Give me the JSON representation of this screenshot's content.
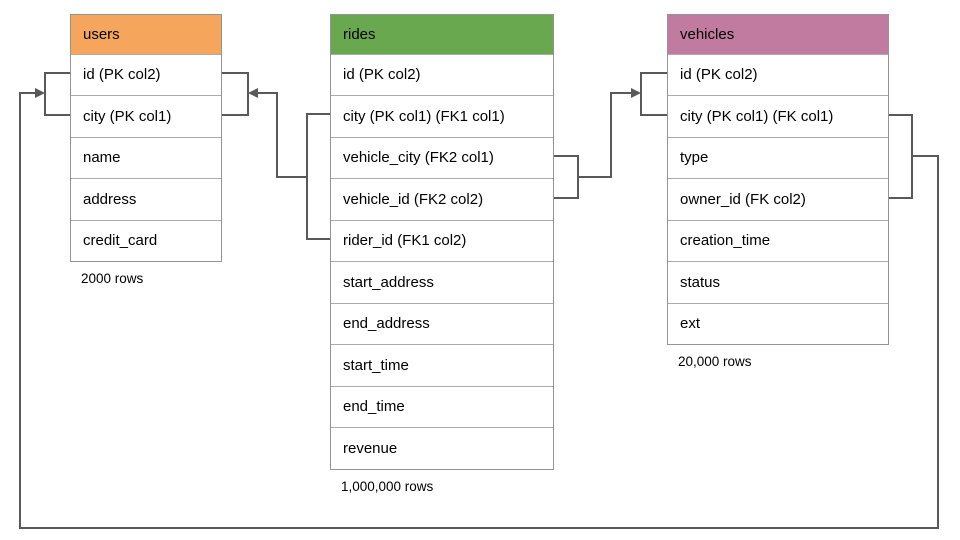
{
  "diagram": {
    "connector_color": "#595959",
    "tables": [
      {
        "id": "users",
        "title": "users",
        "header_color": "#f6a55c",
        "columns": [
          "id (PK col2)",
          "city (PK col1)",
          "name",
          "address",
          "credit_card"
        ],
        "row_count": "2000 rows"
      },
      {
        "id": "rides",
        "title": "rides",
        "header_color": "#6aa84f",
        "columns": [
          "id (PK col2)",
          "city (PK col1) (FK1 col1)",
          "vehicle_city (FK2 col1)",
          "vehicle_id (FK2 col2)",
          "rider_id (FK1 col2)",
          "start_address",
          "end_address",
          "start_time",
          "end_time",
          "revenue"
        ],
        "row_count": "1,000,000 rows"
      },
      {
        "id": "vehicles",
        "title": "vehicles",
        "header_color": "#c27ba0",
        "columns": [
          "id (PK col2)",
          "city (PK col1) (FK col1)",
          "type",
          "owner_id (FK col2)",
          "creation_time",
          "status",
          "ext"
        ],
        "row_count": "20,000 rows"
      }
    ]
  }
}
